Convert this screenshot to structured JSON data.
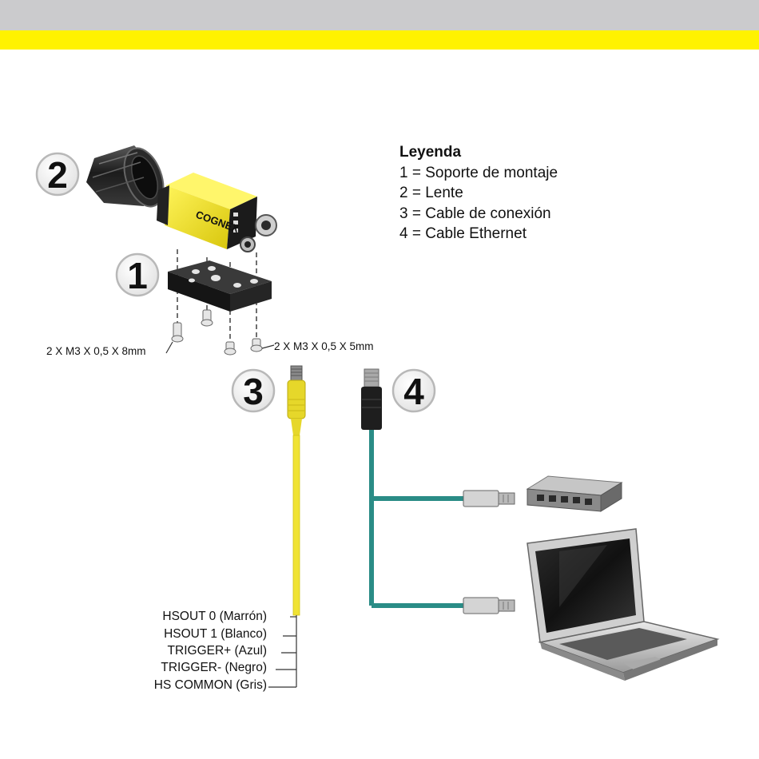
{
  "colors": {
    "top_band": "#cbcbcd",
    "accent_band": "#fff200",
    "camera_yellow": "#f2e21a",
    "io_cable": "#f0e334",
    "ethernet_cable": "#2a8c86"
  },
  "callouts": {
    "one": "1",
    "two": "2",
    "three": "3",
    "four": "4"
  },
  "camera": {
    "brand": "COGNEX"
  },
  "legend": {
    "title": "Leyenda",
    "items": [
      "1 = Soporte de montaje",
      "2 = Lente",
      "3 = Cable de conexión",
      "4 = Cable Ethernet"
    ]
  },
  "screws": {
    "long": "2 X M3 X 0,5 X 8mm",
    "short": "2 X M3 X 0,5 X 5mm"
  },
  "wires": [
    "HSOUT 0 (Marrón)",
    "HSOUT 1 (Blanco)",
    "TRIGGER+ (Azul)",
    "TRIGGER- (Negro)",
    "HS COMMON (Gris)"
  ],
  "icons": [
    "lens-icon",
    "camera-icon",
    "mounting-bracket-icon",
    "screw-icon",
    "io-cable-icon",
    "ethernet-connector-icon",
    "network-switch-icon",
    "laptop-icon"
  ]
}
